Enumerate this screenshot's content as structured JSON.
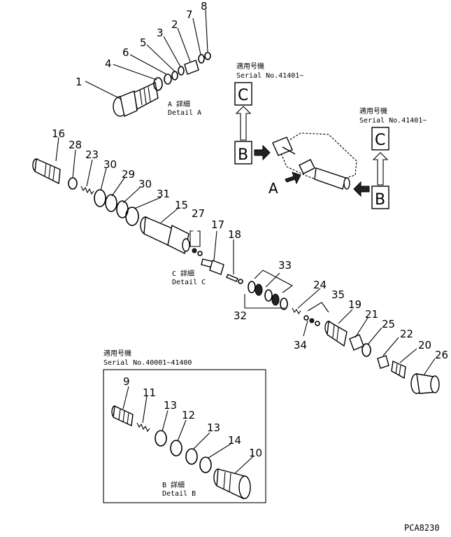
{
  "labels": {
    "n1": "1",
    "n2": "2",
    "n3": "3",
    "n4": "4",
    "n5": "5",
    "n6": "6",
    "n7": "7",
    "n8": "8",
    "n9": "9",
    "n10": "10",
    "n11": "11",
    "n12": "12",
    "n13a": "13",
    "n13b": "13",
    "n14": "14",
    "n15": "15",
    "n16": "16",
    "n17": "17",
    "n18": "18",
    "n19": "19",
    "n20": "20",
    "n21": "21",
    "n22": "22",
    "n23": "23",
    "n24": "24",
    "n25": "25",
    "n26": "26",
    "n27": "27",
    "n28": "28",
    "n29": "29",
    "n30a": "30",
    "n30b": "30",
    "n31": "31",
    "n32": "32",
    "n33": "33",
    "n34": "34",
    "n35": "35"
  },
  "detail_a": {
    "jp": "A 詳細",
    "en": "Detail A"
  },
  "detail_c": {
    "jp": "C 詳細",
    "en": "Detail C"
  },
  "detail_b": {
    "jp": "B 詳細",
    "en": "Detail B"
  },
  "serial_top": {
    "jp": "適用号機",
    "en": "Serial No.41401~"
  },
  "serial_right": {
    "jp": "適用号機",
    "en": "Serial No.41401~"
  },
  "serial_box": {
    "jp": "適用号機",
    "en": "Serial No.40001~41400"
  },
  "callouts": {
    "box_c_top": "C",
    "box_b_left": "B",
    "box_c_right": "C",
    "box_b_right": "B",
    "arrow_a": "A"
  },
  "drawing_code": "PCA8230"
}
